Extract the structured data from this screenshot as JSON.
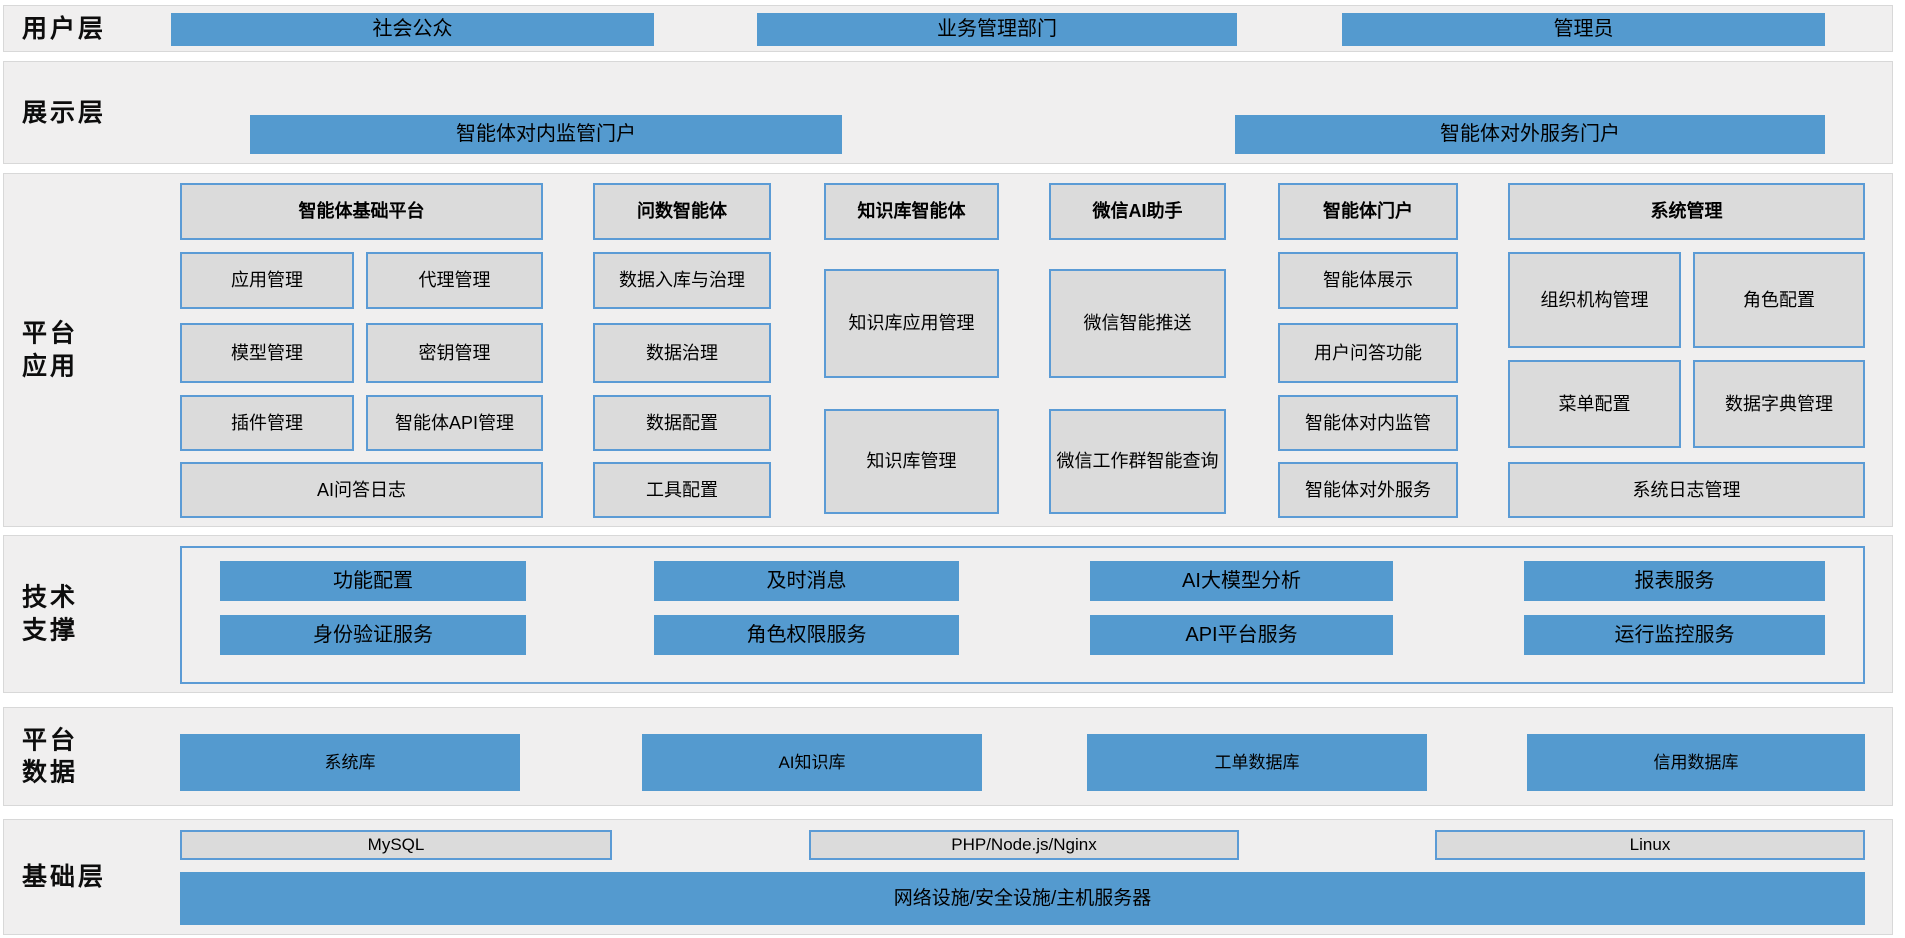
{
  "colors": {
    "box_blue": "#549acf",
    "box_gray": "#dbdbdb",
    "border_blue": "#5b9bd5",
    "band_background": "#f0efef"
  },
  "user_layer": {
    "label": "用户层",
    "items": [
      "社会公众",
      "业务管理部门",
      "管理员"
    ]
  },
  "display_layer": {
    "label": "展示层",
    "portals": [
      "智能体对内监管门户",
      "智能体对外服务门户"
    ]
  },
  "platform_layer": {
    "label": "平台\n应用",
    "columns": [
      {
        "header": "智能体基础平台",
        "cells": [
          "应用管理",
          "代理管理",
          "模型管理",
          "密钥管理",
          "插件管理",
          "智能体API管理",
          "AI问答日志"
        ]
      },
      {
        "header": "问数智能体",
        "cells": [
          "数据入库与治理",
          "数据治理",
          "数据配置",
          "工具配置"
        ]
      },
      {
        "header": "知识库智能体",
        "cells": [
          "知识库应用管理",
          "知识库管理"
        ]
      },
      {
        "header": "微信AI助手",
        "cells": [
          "微信智能推送",
          "微信工作群智能查询"
        ]
      },
      {
        "header": "智能体门户",
        "cells": [
          "智能体展示",
          "用户问答功能",
          "智能体对内监管",
          "智能体对外服务"
        ]
      },
      {
        "header": "系统管理",
        "cells": [
          "组织机构管理",
          "角色配置",
          "菜单配置",
          "数据字典管理",
          "系统日志管理"
        ]
      }
    ]
  },
  "tech_layer": {
    "label": "技术\n支撑",
    "row1": [
      "功能配置",
      "及时消息",
      "AI大模型分析",
      "报表服务"
    ],
    "row2": [
      "身份验证服务",
      "角色权限服务",
      "API平台服务",
      "运行监控服务"
    ]
  },
  "data_layer": {
    "label": "平台\n数据",
    "items": [
      "系统库",
      "AI知识库",
      "工单数据库",
      "信用数据库"
    ]
  },
  "base_layer": {
    "label": "基础层",
    "tech_items": [
      "MySQL",
      "PHP/Node.js/Nginx",
      "Linux"
    ],
    "infrastructure": "网络设施/安全设施/主机服务器"
  }
}
